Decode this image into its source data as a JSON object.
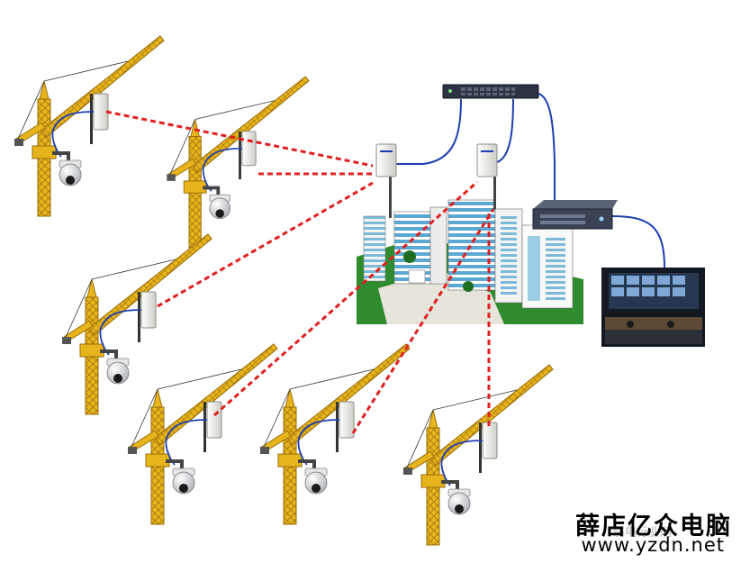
{
  "watermark": {
    "brand": "薛店亿众电脑",
    "url": "www.yzdn.net",
    "faint_text": "、弱电行业网"
  },
  "colors": {
    "crane": "#E8B41C",
    "crane_dark": "#9A6E0A",
    "link_line": "#E02020",
    "cable": "#1E3FB0",
    "radio_unit": "#E9E9E4",
    "switch": "#2C3444",
    "building_glass": "#9CCDE4",
    "lawn": "#2E8B2E"
  },
  "cranes": [
    {
      "id": "crane-1",
      "has_camera": true
    },
    {
      "id": "crane-2",
      "has_camera": true
    },
    {
      "id": "crane-3",
      "has_camera": true
    },
    {
      "id": "crane-4",
      "has_camera": true
    },
    {
      "id": "crane-5",
      "has_camera": true
    },
    {
      "id": "crane-6",
      "has_camera": true
    }
  ],
  "devices": {
    "base_radios": [
      "base-radio-left",
      "base-radio-right"
    ],
    "switch": "network-switch",
    "recorder": "video-recorder",
    "monitor_room": "monitoring-center"
  }
}
